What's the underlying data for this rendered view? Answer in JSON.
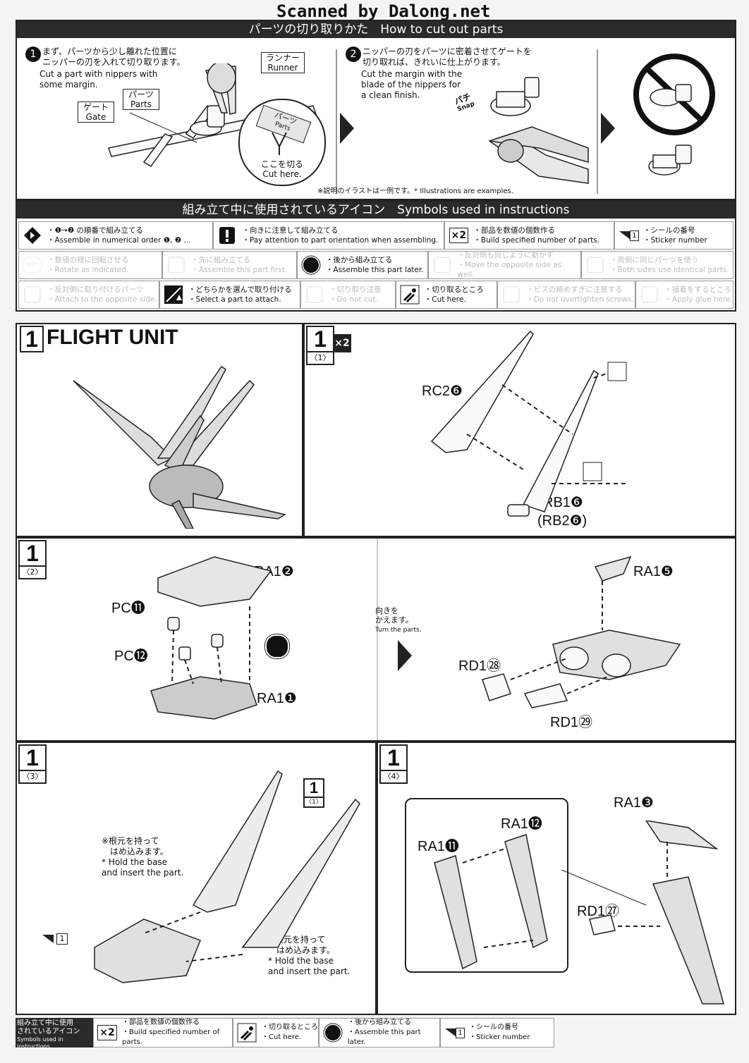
{
  "watermark": "Scanned by Dalong.net",
  "cut": {
    "header": "パーツの切り取りかた　How to cut out parts",
    "step1_jp": "まず、パーツから少し離れた位置に\nニッパーの刃を入れて切り取ります。",
    "step1_en": "Cut a part with nippers with\nsome margin.",
    "step1_num": "1",
    "step2_num": "2",
    "runner_jp": "ランナー",
    "runner_en": "Runner",
    "parts_jp": "パーツ",
    "parts_en": "Parts",
    "gate_jp": "ゲート",
    "gate_en": "Gate",
    "zoom_parts_jp": "パーツ",
    "zoom_parts_en": "Parts",
    "cut_here_jp": "ここを切る",
    "cut_here_en": "Cut here.",
    "step2_jp": "ニッパーの刃をパーツに密着させてゲートを\n切り取れば、きれいに仕上がります。",
    "step2_en": "Cut the margin with the\nblade of the nippers for\na clean finish.",
    "snap_jp": "パチ",
    "snap_en": "Snap",
    "note": "※説明のイラストは一例です。* Illustrations are examples."
  },
  "symbols": {
    "header": "組み立て中に使用されているアイコン　Symbols used in instructions",
    "row1": [
      {
        "jp": "・❶→❷ の順番で組み立てる",
        "en": "・Assemble in numerical order ❶, ❷ ...",
        "dim": false,
        "icon": "numerical-order-icon"
      },
      {
        "jp": "・向きに注意して組み立てる",
        "en": "・Pay attention to part orientation when assembling.",
        "dim": false,
        "icon": "exclamation-icon"
      },
      {
        "jp": "・部品を数値の個数作る",
        "en": "・Build specified number of parts.",
        "dim": false,
        "icon": "times-two-icon",
        "glyph": "×2"
      },
      {
        "jp": "・シールの番号",
        "en": "・Sticker number",
        "dim": false,
        "icon": "sticker-icon",
        "glyph": "1"
      }
    ],
    "row2": [
      {
        "jp": "・数値の様に回転させる",
        "en": "・Rotate as indicated.",
        "dim": true,
        "icon": "rotate-icon",
        "glyph": "90°"
      },
      {
        "jp": "・先に組み立てる",
        "en": "・Assemble this part first.",
        "dim": true,
        "icon": "assemble-first-icon"
      },
      {
        "jp": "・後から組み立てる",
        "en": "・Assemble this part later.",
        "dim": false,
        "icon": "assemble-later-icon"
      },
      {
        "jp": "・反対側も同じように動かす",
        "en": "・Move the opposite side as well.",
        "dim": true,
        "icon": "move-opposite-icon"
      },
      {
        "jp": "・両側に同じパーツを使う",
        "en": "・Both sides use identical parts.",
        "dim": true,
        "icon": "both-sides-icon"
      }
    ],
    "row3": [
      {
        "jp": "・反対側に取り付けるパーツ",
        "en": "・Attach to the opposite side.",
        "dim": true,
        "icon": "attach-opposite-icon"
      },
      {
        "jp": "・どちらかを選んで取り付ける",
        "en": "・Select a part to attach.",
        "dim": false,
        "icon": "select-part-icon"
      },
      {
        "jp": "・切り取り注意",
        "en": "・Do not cut.",
        "dim": true,
        "icon": "do-not-cut-icon"
      },
      {
        "jp": "・切り取るところ",
        "en": "・Cut here.",
        "dim": false,
        "icon": "cut-here-icon"
      },
      {
        "jp": "・ビスの締めすぎに注意する",
        "en": "・Do not overtighten screws.",
        "dim": true,
        "icon": "screw-icon"
      },
      {
        "jp": "・接着をするところ",
        "en": "・Apply glue here.",
        "dim": true,
        "icon": "glue-icon"
      }
    ]
  },
  "step": {
    "number": "1",
    "title": "FLIGHT UNIT",
    "sub1": "〈1〉",
    "sub2": "〈2〉",
    "sub3": "〈3〉",
    "sub4": "〈4〉",
    "times": "×2",
    "rc2": "RC2❻",
    "rb1": "RB1❻",
    "rb2": "(RB2❻)",
    "ra1_2": "RA1❷",
    "pc11": "PC⓫",
    "pc12": "PC⓬",
    "ra1_1": "RA1❶",
    "turn_jp": "向きを\nかえます。",
    "turn_en": "Turn the parts.",
    "ra1_5": "RA1❺",
    "rd1_28": "RD1㉘",
    "rd1_29": "RD1㉙",
    "ref_num": "1",
    "ref_sub": "〈1〉",
    "hold_jp": "※根元を持って\n　はめ込みます。",
    "hold_en": "* Hold the base\n  and insert the part.",
    "sticker_num": "1",
    "ra1_3": "RA1❸",
    "ra1_12": "RA1⓬",
    "ra1_11": "RA1⓫",
    "rd1_27": "RD1㉗"
  },
  "footer": {
    "label_jp": "組み立て中に使用\nされているアイコン",
    "label_en": "Symbols used in instructions",
    "items": [
      {
        "jp": "・部品を数値の個数作る",
        "en": "・Build specified number of parts.",
        "glyph": "×2"
      },
      {
        "jp": "・切り取るところ",
        "en": "・Cut here.",
        "glyph": ""
      },
      {
        "jp": "・後から組み立てる",
        "en": "・Assemble this part later.",
        "glyph": ""
      },
      {
        "jp": "・シールの番号",
        "en": "・Sticker number",
        "glyph": "1"
      }
    ]
  }
}
